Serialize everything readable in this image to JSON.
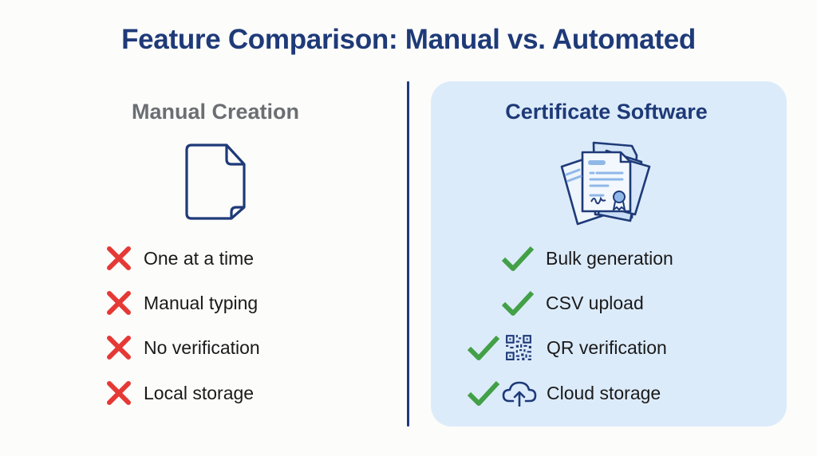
{
  "title": "Feature Comparison: Manual vs. Automated",
  "colors": {
    "navy": "#1e3a78",
    "gray_heading": "#6b6e72",
    "panel_bg": "#dcebfa",
    "cross_red": "#e53935",
    "check_green": "#43a047"
  },
  "left": {
    "heading": "Manual Creation",
    "icon": "blank-document-icon",
    "items": [
      {
        "label": "One at a time",
        "status": "cross-icon"
      },
      {
        "label": "Manual typing",
        "status": "cross-icon"
      },
      {
        "label": "No verification",
        "status": "cross-icon"
      },
      {
        "label": "Local storage",
        "status": "cross-icon"
      }
    ]
  },
  "right": {
    "heading": "Certificate Software",
    "icon": "certificate-stack-icon",
    "items": [
      {
        "label": "Bulk generation",
        "status": "check-icon"
      },
      {
        "label": "CSV upload",
        "status": "check-icon"
      },
      {
        "label": "QR verification",
        "status": "check-icon",
        "extra_icon": "qr-code-icon"
      },
      {
        "label": "Cloud storage",
        "status": "check-icon",
        "extra_icon": "cloud-upload-icon"
      }
    ]
  }
}
